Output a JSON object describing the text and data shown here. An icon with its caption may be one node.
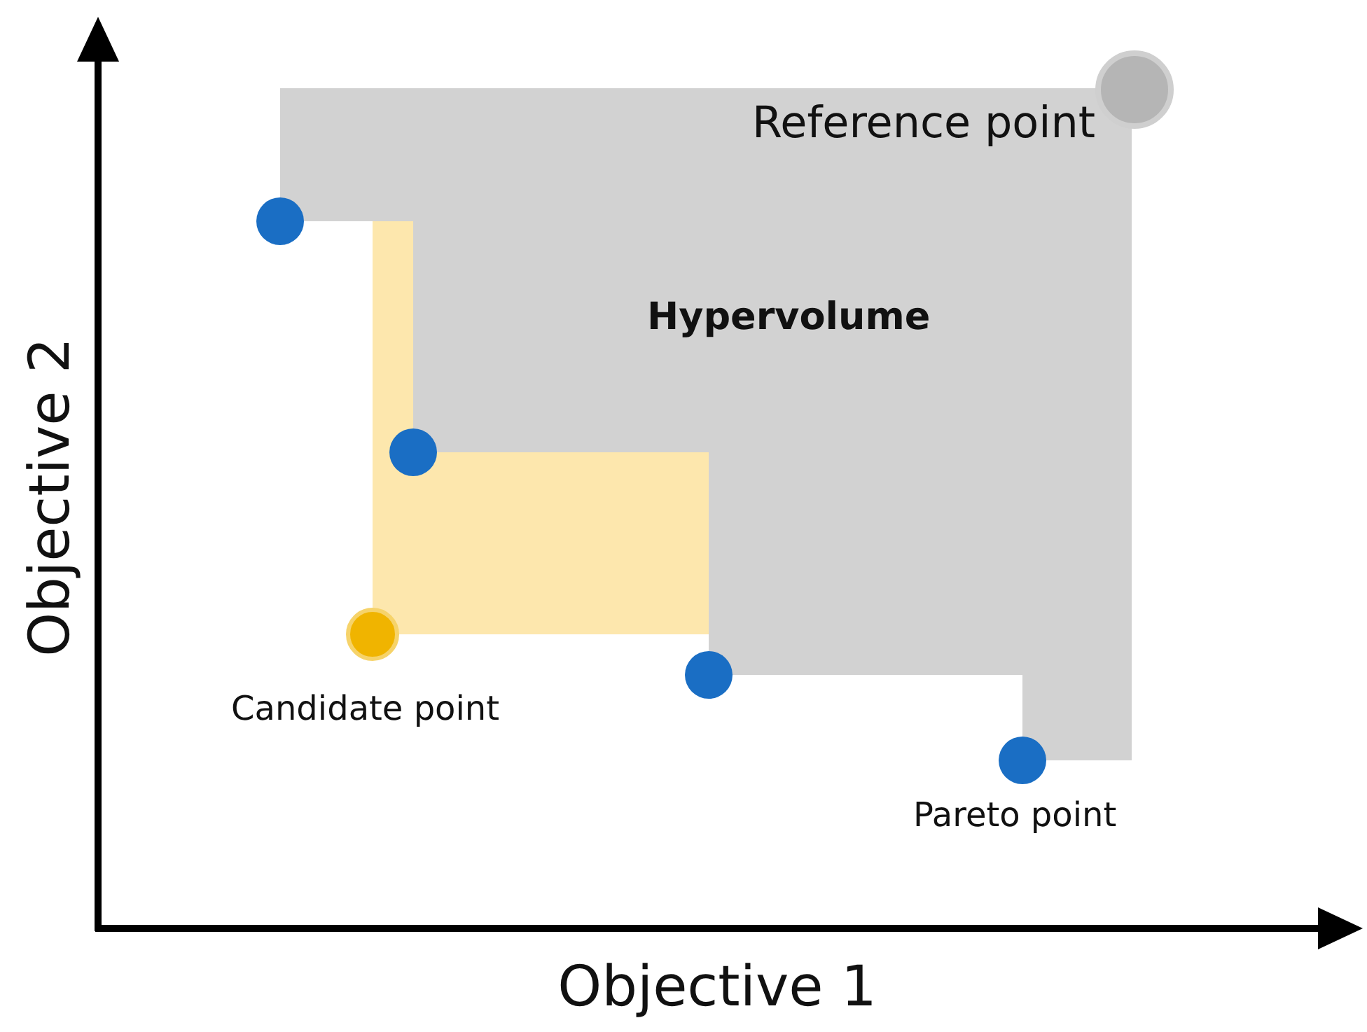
{
  "diagram": {
    "nodes": [
      {
        "text": [
          "Hypervolume"
        ]
      },
      {
        "text": [],
        "shape": "circle",
        "beside": [
          "Reference point"
        ]
      },
      {
        "text": [],
        "shape": "circle"
      },
      {
        "text": [],
        "shape": "circle"
      },
      {
        "text": [],
        "shape": "circle"
      },
      {
        "text": [],
        "shape": "circle"
      },
      {
        "text": [],
        "shape": "circle",
        "beside": [
          "Pareto point"
        ]
      }
    ],
    "edges": [],
    "labels": [
      "Objective 2",
      "Candidate point",
      "Objective 1"
    ]
  }
}
